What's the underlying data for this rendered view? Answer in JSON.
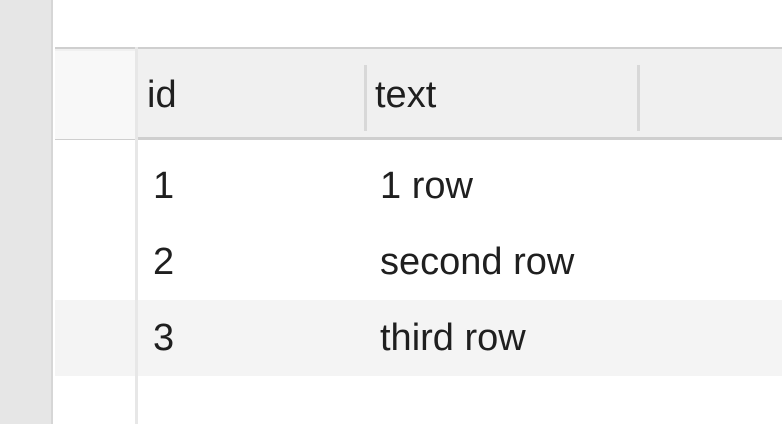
{
  "table": {
    "columns": [
      {
        "key": "id",
        "label": "id"
      },
      {
        "key": "text",
        "label": "text"
      }
    ],
    "rows": [
      {
        "id": "1",
        "text": "1 row"
      },
      {
        "id": "2",
        "text": "second row"
      },
      {
        "id": "3",
        "text": "third row"
      }
    ]
  },
  "colors": {
    "header_background": "#f0f0f0",
    "alternate_row_background": "#f4f4f4",
    "left_strip": "#e6e6e6"
  }
}
